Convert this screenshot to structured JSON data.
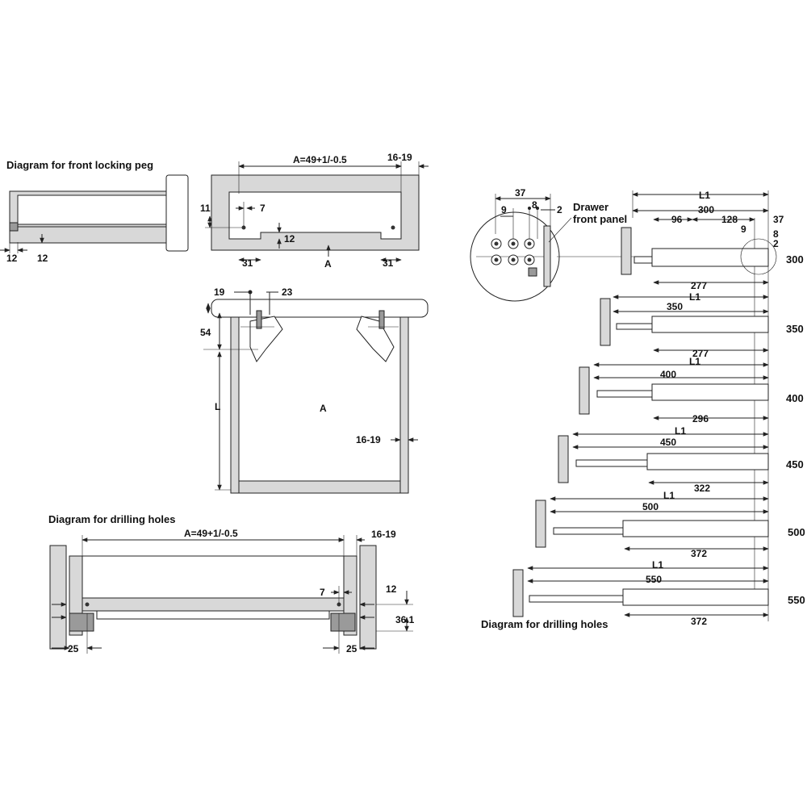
{
  "headings": {
    "front_locking_peg": "Diagram for front locking peg",
    "drilling_holes_left": "Diagram for drilling holes",
    "drilling_holes_right": "Diagram for drilling holes",
    "drawer_front_panel_1": "Drawer",
    "drawer_front_panel_2": "front panel"
  },
  "peg_side": {
    "d1": "12",
    "d2": "12"
  },
  "peg_front": {
    "a": "A=49+1/-0.5",
    "panel": "16-19",
    "h11": "11",
    "h7": "7",
    "h12": "12",
    "w31a": "31",
    "w31b": "31",
    "mark": "A"
  },
  "plan": {
    "d19": "19",
    "d23": "23",
    "d54": "54",
    "len": "L",
    "center": "A",
    "panel": "16-19"
  },
  "drill_front": {
    "a": "A=49+1/-0.5",
    "panel": "16-19",
    "d7": "7",
    "d12": "12",
    "d361": "36.1",
    "d25a": "25",
    "d25b": "25"
  },
  "detail": {
    "d37": "37",
    "d9": "9",
    "d8": "8",
    "d2": "2"
  },
  "slides": {
    "s300": {
      "l1": "L1",
      "len": "300",
      "d96": "96",
      "d128": "128",
      "d37": "37",
      "d9": "9",
      "d8": "8",
      "d2": "2",
      "bottom": "277",
      "size": "300"
    },
    "s350": {
      "l1": "L1",
      "len": "350",
      "bottom": "277",
      "size": "350"
    },
    "s400": {
      "l1": "L1",
      "len": "400",
      "bottom": "296",
      "size": "400"
    },
    "s450": {
      "l1": "L1",
      "len": "450",
      "bottom": "322",
      "size": "450"
    },
    "s500": {
      "l1": "L1",
      "len": "500",
      "bottom": "372",
      "size": "500"
    },
    "s550": {
      "l1": "L1",
      "len": "550",
      "size": "550"
    }
  }
}
